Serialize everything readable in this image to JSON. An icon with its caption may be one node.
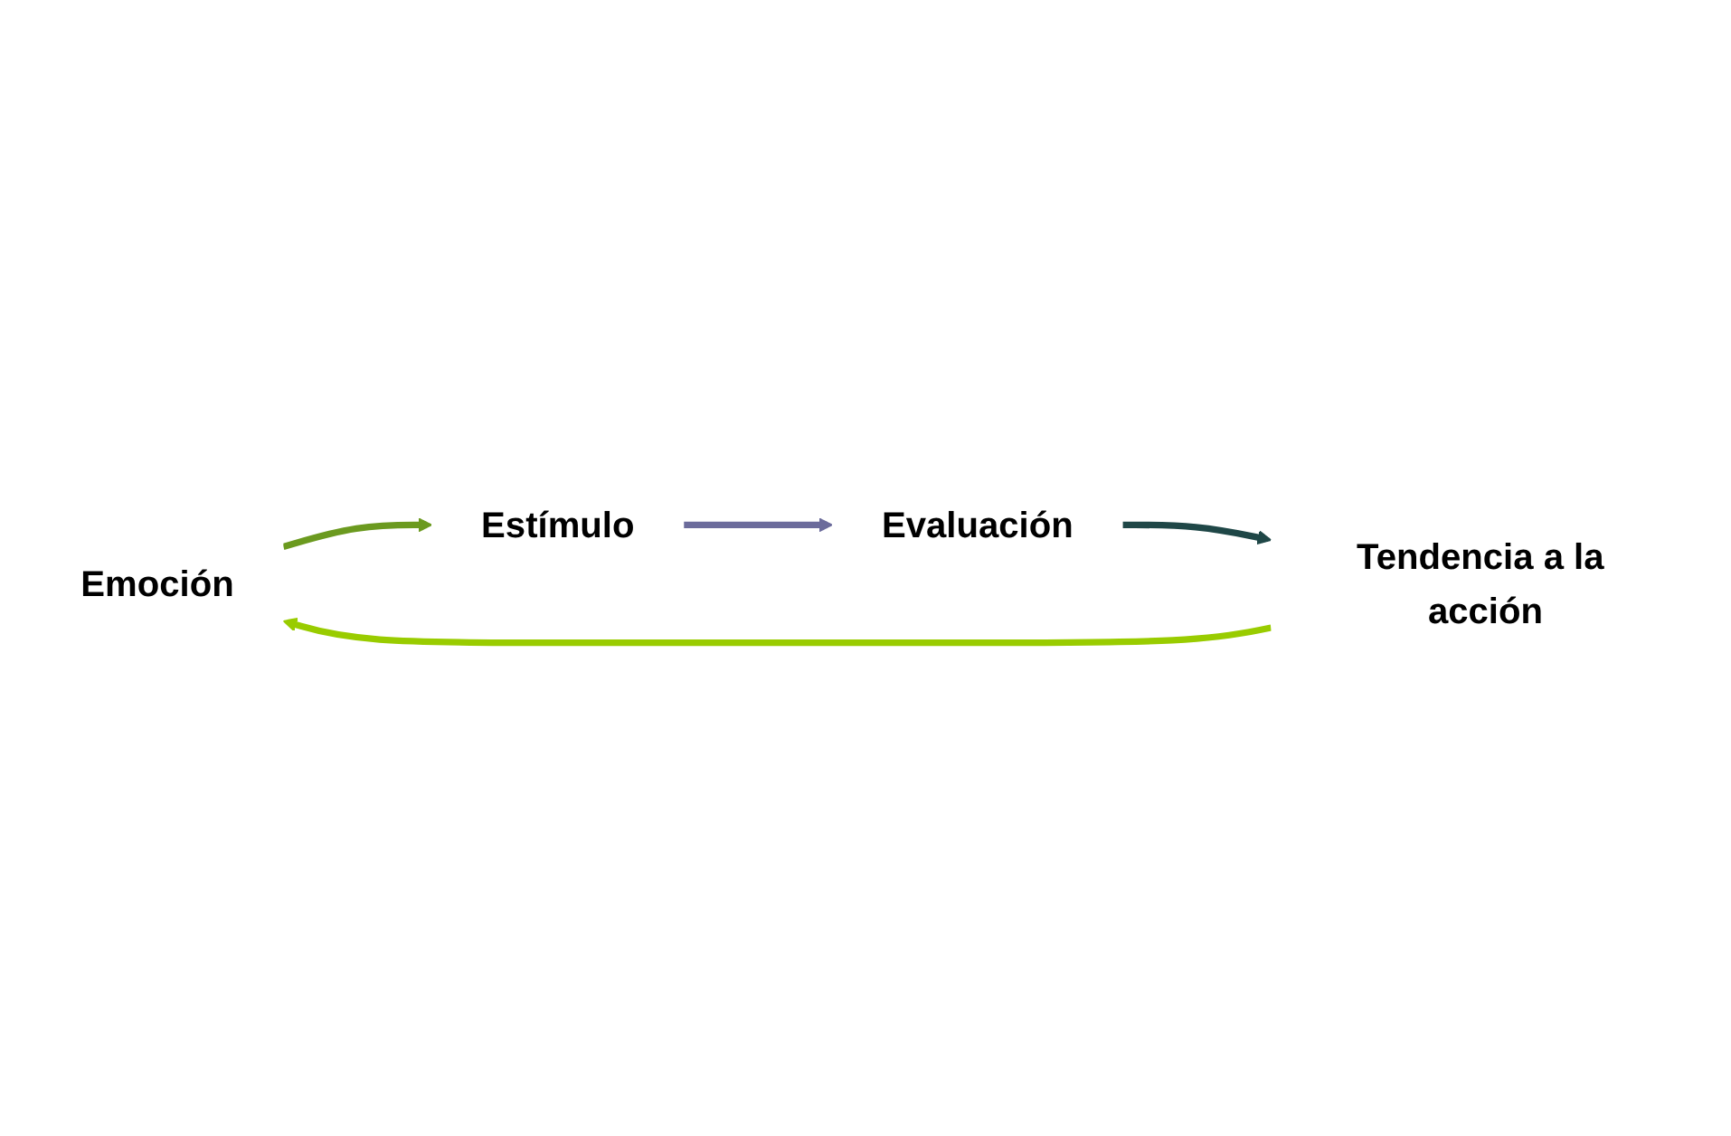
{
  "diagram": {
    "nodes": [
      {
        "text": [
          "Emoción"
        ]
      },
      {
        "text": [
          "Estímulo"
        ]
      },
      {
        "text": [
          "Evaluación"
        ]
      },
      {
        "text": [
          "Tendencia a la acción"
        ]
      }
    ],
    "edges": [
      {
        "from": 0,
        "to": 1,
        "arrow": "to",
        "color": "#6b9a1f"
      },
      {
        "from": 1,
        "to": 2,
        "arrow": "to",
        "color": "#6b6b9b"
      },
      {
        "from": 2,
        "to": 3,
        "arrow": "to",
        "color": "#1f4747"
      },
      {
        "from": 3,
        "to": 0,
        "arrow": "to",
        "color": "#99cc00"
      }
    ]
  }
}
